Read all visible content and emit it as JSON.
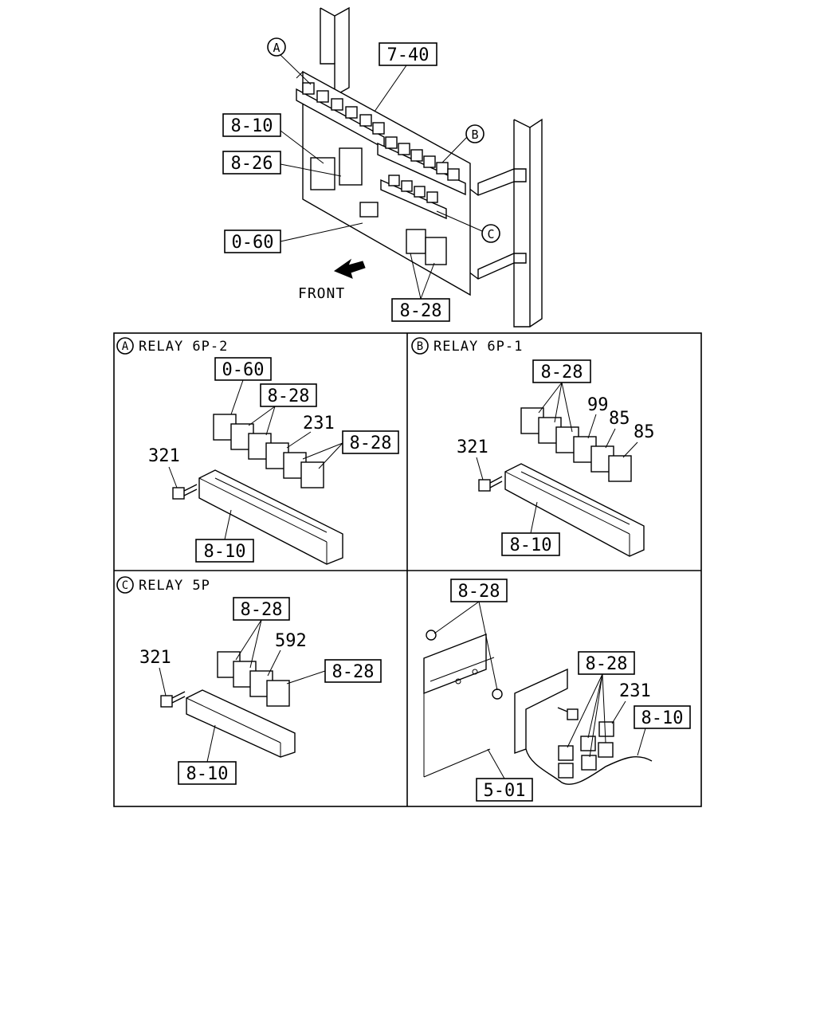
{
  "overview": {
    "callouts": {
      "a": "A",
      "b": "B",
      "c": "C"
    },
    "refs": {
      "r740": "7-40",
      "r810": "8-10",
      "r826": "8-26",
      "r060": "0-60",
      "r828": "8-28"
    },
    "front_label": "FRONT"
  },
  "panel_a": {
    "marker": "A",
    "title": "RELAY 6P-2",
    "refs": {
      "r060": "0-60",
      "r828_top": "8-28",
      "r828_right": "8-28",
      "r810": "8-10"
    },
    "numbers": {
      "n321": "321",
      "n231": "231"
    }
  },
  "panel_b": {
    "marker": "B",
    "title": "RELAY 6P-1",
    "refs": {
      "r828": "8-28",
      "r810": "8-10"
    },
    "numbers": {
      "n321": "321",
      "n99": "99",
      "n85a": "85",
      "n85b": "85"
    }
  },
  "panel_c": {
    "marker": "C",
    "title": "RELAY 5P",
    "refs": {
      "r828_top": "8-28",
      "r828_right": "8-28",
      "r810": "8-10"
    },
    "numbers": {
      "n321": "321",
      "n592": "592"
    }
  },
  "panel_d": {
    "refs": {
      "r828_top": "8-28",
      "r828_mid": "8-28",
      "r810": "8-10",
      "r501": "5-01"
    },
    "numbers": {
      "n231": "231"
    }
  }
}
